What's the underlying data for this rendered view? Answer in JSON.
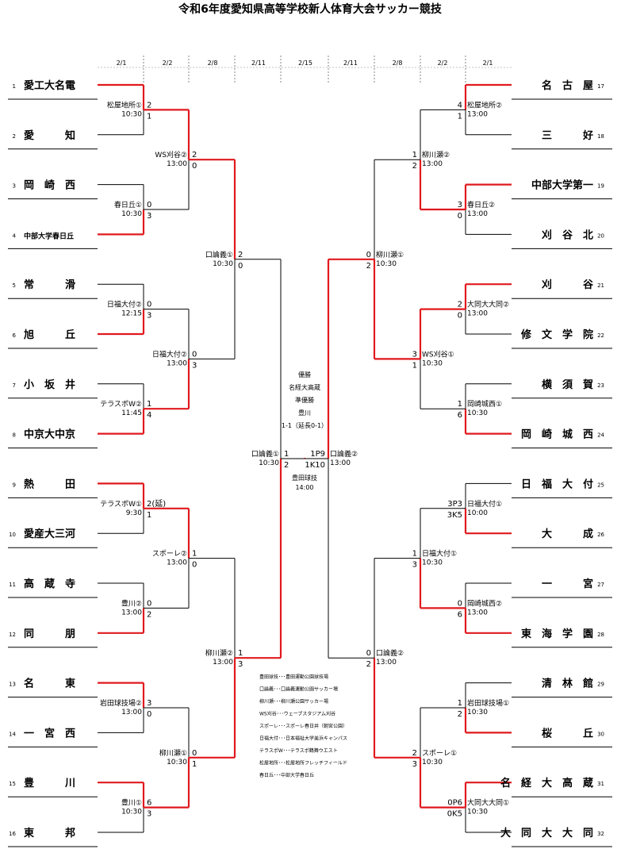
{
  "title": "令和6年度愛知県高等学校新人体育大会サッカー競技",
  "dates": [
    "2/1",
    "2/2",
    "2/8",
    "2/11",
    "2/15",
    "2/11",
    "2/8",
    "2/2",
    "2/1"
  ],
  "teams_left": [
    {
      "seed": "1",
      "name": "愛工大名電"
    },
    {
      "seed": "2",
      "name": "愛　　　知"
    },
    {
      "seed": "3",
      "name": "岡　崎　西"
    },
    {
      "seed": "4",
      "name": "中部大学春日丘"
    },
    {
      "seed": "5",
      "name": "常　　　滑"
    },
    {
      "seed": "6",
      "name": "旭　　　丘"
    },
    {
      "seed": "7",
      "name": "小　坂　井"
    },
    {
      "seed": "8",
      "name": "中京大中京"
    },
    {
      "seed": "9",
      "name": "熱　　　田"
    },
    {
      "seed": "10",
      "name": "愛産大三河"
    },
    {
      "seed": "11",
      "name": "高　蔵　寺"
    },
    {
      "seed": "12",
      "name": "同　　　朋"
    },
    {
      "seed": "13",
      "name": "名　　　東"
    },
    {
      "seed": "14",
      "name": "一　宮　西"
    },
    {
      "seed": "15",
      "name": "豊　　　川"
    },
    {
      "seed": "16",
      "name": "東　　　邦"
    }
  ],
  "teams_right": [
    {
      "seed": "17",
      "name": "名　古　屋"
    },
    {
      "seed": "18",
      "name": "三　　　好"
    },
    {
      "seed": "19",
      "name": "中部大学第一"
    },
    {
      "seed": "20",
      "name": "刈　谷　北"
    },
    {
      "seed": "21",
      "name": "刈　　　谷"
    },
    {
      "seed": "22",
      "name": "修　文　学　院"
    },
    {
      "seed": "23",
      "name": "横　須　賀"
    },
    {
      "seed": "24",
      "name": "岡　崎　城　西"
    },
    {
      "seed": "25",
      "name": "日　福　大　付"
    },
    {
      "seed": "26",
      "name": "大　　　成"
    },
    {
      "seed": "27",
      "name": "一　　　宮"
    },
    {
      "seed": "28",
      "name": "東　海　学　園"
    },
    {
      "seed": "29",
      "name": "清　林　館"
    },
    {
      "seed": "30",
      "name": "桜　　　丘"
    },
    {
      "seed": "31",
      "name": "名　経　大　高　蔵"
    },
    {
      "seed": "32",
      "name": "大　同　大　大　同"
    }
  ],
  "matches_left_r1": [
    {
      "venue": "松屋地所①",
      "time": "10:30",
      "s1": "2",
      "s2": "1",
      "winner": 0
    },
    {
      "venue": "春日丘①",
      "time": "10:30",
      "s1": "0",
      "s2": "3",
      "winner": 1
    },
    {
      "venue": "日福大付②",
      "time": "12:15",
      "s1": "0",
      "s2": "3",
      "winner": 1
    },
    {
      "venue": "テラスポW②",
      "time": "11:45",
      "s1": "1",
      "s2": "4",
      "winner": 1
    },
    {
      "venue": "テラスポW①",
      "time": "9:30",
      "s1": "2(延)",
      "s2": "1",
      "winner": 0
    },
    {
      "venue": "豊川②",
      "time": "13:00",
      "s1": "0",
      "s2": "2",
      "winner": 1
    },
    {
      "venue": "岩田球技場②",
      "time": "13:00",
      "s1": "3",
      "s2": "0",
      "winner": 0
    },
    {
      "venue": "豊川①",
      "time": "10:30",
      "s1": "6",
      "s2": "3",
      "winner": 0
    }
  ],
  "matches_left_r2": [
    {
      "venue": "WS刈谷②",
      "time": "13:00",
      "s1": "2",
      "s2": "0",
      "winner": 0
    },
    {
      "venue": "日福大付②",
      "time": "13:00",
      "s1": "0",
      "s2": "3",
      "winner": 1
    },
    {
      "venue": "スポーレ②",
      "time": "13:00",
      "s1": "1",
      "s2": "0",
      "winner": 0
    },
    {
      "venue": "柳川瀬①",
      "time": "10:30",
      "s1": "0",
      "s2": "1",
      "winner": 1
    }
  ],
  "matches_left_r3": [
    {
      "venue": "口論義①",
      "time": "10:30",
      "s1": "2",
      "s2": "0",
      "winner": 0
    },
    {
      "venue": "柳川瀬②",
      "time": "13:00",
      "s1": "1",
      "s2": "3",
      "winner": 1
    }
  ],
  "matches_left_r4": {
    "venue": "口論義①",
    "time": "10:30",
    "s1": "1",
    "s2": "2",
    "winner": 1
  },
  "matches_right_r1": [
    {
      "venue": "松屋地所②",
      "time": "13:00",
      "s1": "4",
      "s2": "1",
      "winner": 0
    },
    {
      "venue": "春日丘②",
      "time": "13:00",
      "s1": "3",
      "s2": "0",
      "winner": 0
    },
    {
      "venue": "大同大大同②",
      "time": "13:00",
      "s1": "2",
      "s2": "0",
      "winner": 0
    },
    {
      "venue": "岡崎城西①",
      "time": "10:30",
      "s1": "1",
      "s2": "6",
      "winner": 1
    },
    {
      "venue": "日福大付①",
      "time": "10:00",
      "s1": "3P3",
      "s2": "3K5",
      "winner": 1
    },
    {
      "venue": "岡崎城西②",
      "time": "13:00",
      "s1": "0",
      "s2": "6",
      "winner": 1
    },
    {
      "venue": "岩田球技場①",
      "time": "10:30",
      "s1": "1",
      "s2": "2",
      "winner": 1
    },
    {
      "venue": "大同大大同①",
      "time": "10:30",
      "s1": "0P6",
      "s2": "0K5",
      "winner": 0
    }
  ],
  "matches_right_r2": [
    {
      "venue": "柳川瀬②",
      "time": "13:00",
      "s1": "1",
      "s2": "2",
      "winner": 1
    },
    {
      "venue": "WS刈谷①",
      "time": "10:30",
      "s1": "3",
      "s2": "1",
      "winner": 0
    },
    {
      "venue": "日福大付①",
      "time": "10:30",
      "s1": "1",
      "s2": "3",
      "winner": 1
    },
    {
      "venue": "スポーレ①",
      "time": "10:30",
      "s1": "2",
      "s2": "3",
      "winner": 1
    }
  ],
  "matches_right_r3": [
    {
      "venue": "柳川瀬①",
      "time": "10:30",
      "s1": "0",
      "s2": "2",
      "winner": 1
    },
    {
      "venue": "口論義②",
      "time": "13:00",
      "s1": "0",
      "s2": "2",
      "winner": 1
    }
  ],
  "matches_right_r4": {
    "venue": "口論義②",
    "time": "13:00",
    "s1": "1P9",
    "s2": "1K10",
    "winner": 0
  },
  "final": {
    "lines": [
      "優勝",
      "名経大高蔵",
      "準優勝",
      "豊川",
      "1-1（延長0-1）"
    ],
    "venue": "豊田球技",
    "time": "14:00"
  },
  "legend": [
    "豊田球技･･･豊田運動公園球技場",
    "口論義･･･口論義運動公園サッカー場",
    "柳川瀬･･･柳川瀬公園サッカー場",
    "WS刈谷･･･ウェーブスタジアム刈谷",
    "スポーレ･･･スポーレ春日井（朝宮公園）",
    "日福大付･･･日本福祉大学美浜キャンパス",
    "テラスポW･･･テラスポ鶴舞ウエスト",
    "松屋地所･･･松屋地所フレッチフィールド",
    "春日丘･･･中部大学春日丘"
  ],
  "colors": {
    "win": "#e0191e",
    "line": "#000000"
  }
}
